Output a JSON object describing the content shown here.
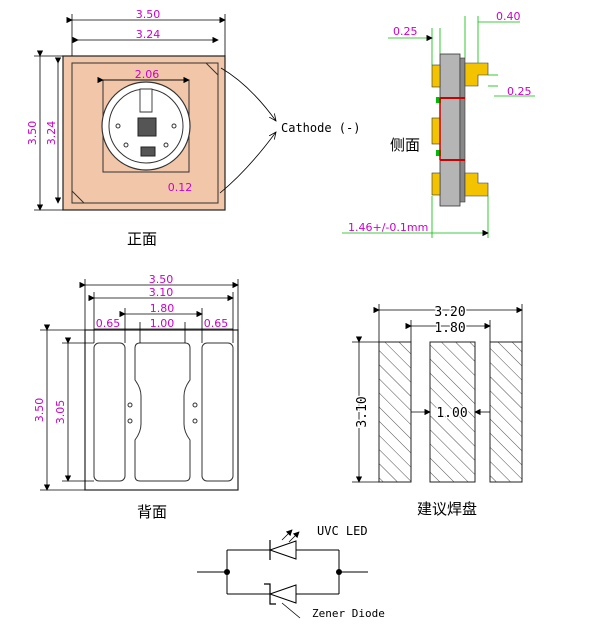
{
  "front": {
    "title": "正面",
    "dim_outer_w": "3.50",
    "dim_inner_w": "3.24",
    "dim_outer_h": "3.50",
    "dim_inner_h": "3.24",
    "dim_lens": "2.06",
    "dim_edge": "0.12",
    "cathode_label": "Cathode (-)"
  },
  "side": {
    "title": "侧面",
    "dim_left": "0.25",
    "dim_top_right": "0.40",
    "dim_right": "0.25",
    "dim_height": "1.46+/-0.1mm"
  },
  "back": {
    "title": "背面",
    "dim_outer_w": "3.50",
    "dim_pads_w": "3.10",
    "dim_center_span": "1.80",
    "dim_left_pad": "0.65",
    "dim_center_pad": "1.00",
    "dim_right_pad": "0.65",
    "dim_outer_h": "3.50",
    "dim_pad_h": "3.05"
  },
  "land": {
    "title": "建议焊盘",
    "dim_total_w": "3.20",
    "dim_span": "1.80",
    "dim_center": "1.00",
    "dim_h": "3.10"
  },
  "circuit": {
    "led_label": "UVC LED",
    "zener_label": "Zener Diode"
  },
  "colors": {
    "dim_magenta": "#cc00cc",
    "dim_green": "#00bb00",
    "package_fill": "#f2c6a8",
    "gold": "#f3c300",
    "gray_body": "#b5b5b5",
    "red_trace": "#cc0000"
  }
}
